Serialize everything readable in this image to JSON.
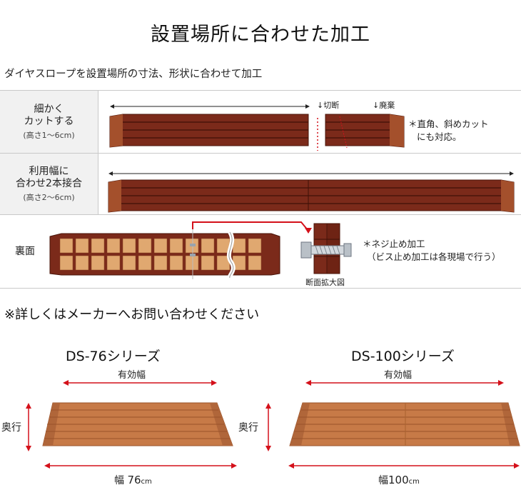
{
  "header": {
    "title": "設置場所に合わせた加工",
    "subtitle": "ダイヤスロープを設置場所の寸法、形状に合わせて加工"
  },
  "rows": [
    {
      "label_lines": [
        "細かく",
        "カットする"
      ],
      "sub": "(高さ1～6cm)",
      "markers": {
        "cut": "↓切断",
        "discard": "↓廃棄"
      },
      "note_lines": [
        "＊直角、斜めカット",
        "にも対応。"
      ]
    },
    {
      "label_lines": [
        "利用幅に",
        "合わせ2本接合"
      ],
      "sub": "(高さ2～6cm)"
    },
    {
      "label_lines": [
        "裏面"
      ],
      "caption": "断面拡大図",
      "note_lines": [
        "＊ネジ止め加工",
        "（ビス止め加工は各現場で行う）"
      ]
    }
  ],
  "notice": "※詳しくはメーカーへお問い合わせください",
  "products": [
    {
      "series": "DS-76シリーズ",
      "effective_width_label": "有効幅",
      "depth_label": "奥行",
      "width_label": "幅",
      "width_value": "76",
      "width_unit": "cm"
    },
    {
      "series": "DS-100シリーズ",
      "effective_width_label": "有効幅",
      "depth_label": "奥行",
      "width_label": "幅",
      "width_value": "100",
      "width_unit": "cm"
    }
  ],
  "colors": {
    "slope_dark": "#7b2a1a",
    "slope_line": "#4a140a",
    "slope_light": "#c9814d",
    "dimension_red": "#d4101a",
    "label_bg": "#f1f1f1"
  }
}
